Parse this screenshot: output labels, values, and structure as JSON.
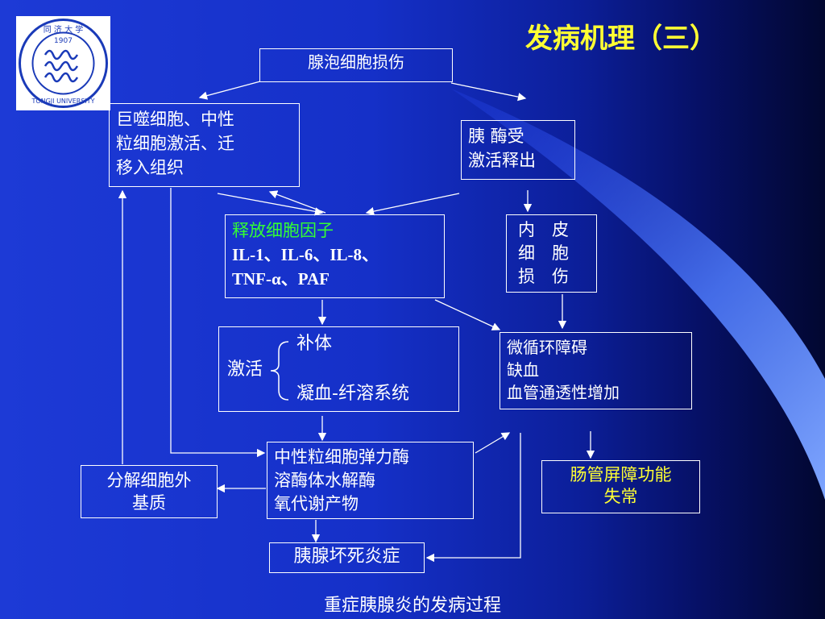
{
  "title": "发病机理（三）",
  "logo": {
    "ring_text": "同 济 大 学",
    "year": "1907",
    "university": "TONGJI UNIVERSITY"
  },
  "nodes": {
    "acinar_injury": "腺泡细胞损伤",
    "macrophage_line1": "巨噬细胞、中性",
    "macrophage_line2": "粒细胞激活、迁",
    "macrophage_line3": "移入组织",
    "enzyme_line1": "胰 酶受",
    "enzyme_line2": "激活释出",
    "cytokine_title": "释放细胞因子",
    "cytokine_line1": "IL-1、IL-6、IL-8、",
    "cytokine_line2": "TNF-α、PAF",
    "endothelial_line1": "内　皮",
    "endothelial_line2": "细　胞",
    "endothelial_line3": "损　伤",
    "activate_label": "激活",
    "complement": "补体",
    "coagulation": "凝血-纤溶系统",
    "micro_line1": "微循环障碍",
    "micro_line2": "缺血",
    "micro_line3": "血管通透性增加",
    "neutro_line1": "中性粒细胞弹力酶",
    "neutro_line2": "溶酶体水解酶",
    "neutro_line3": "氧代谢产物",
    "matrix_line1": "分解细胞外",
    "matrix_line2": "基质",
    "barrier_line1": "肠管屏障功能",
    "barrier_line2": "失常",
    "necrosis": "胰腺坏死炎症"
  },
  "footer": "重症胰腺炎的发病过程",
  "colors": {
    "accent_yellow": "#ffff33",
    "accent_green": "#33ff33",
    "background_blue": "#1a35d0"
  }
}
